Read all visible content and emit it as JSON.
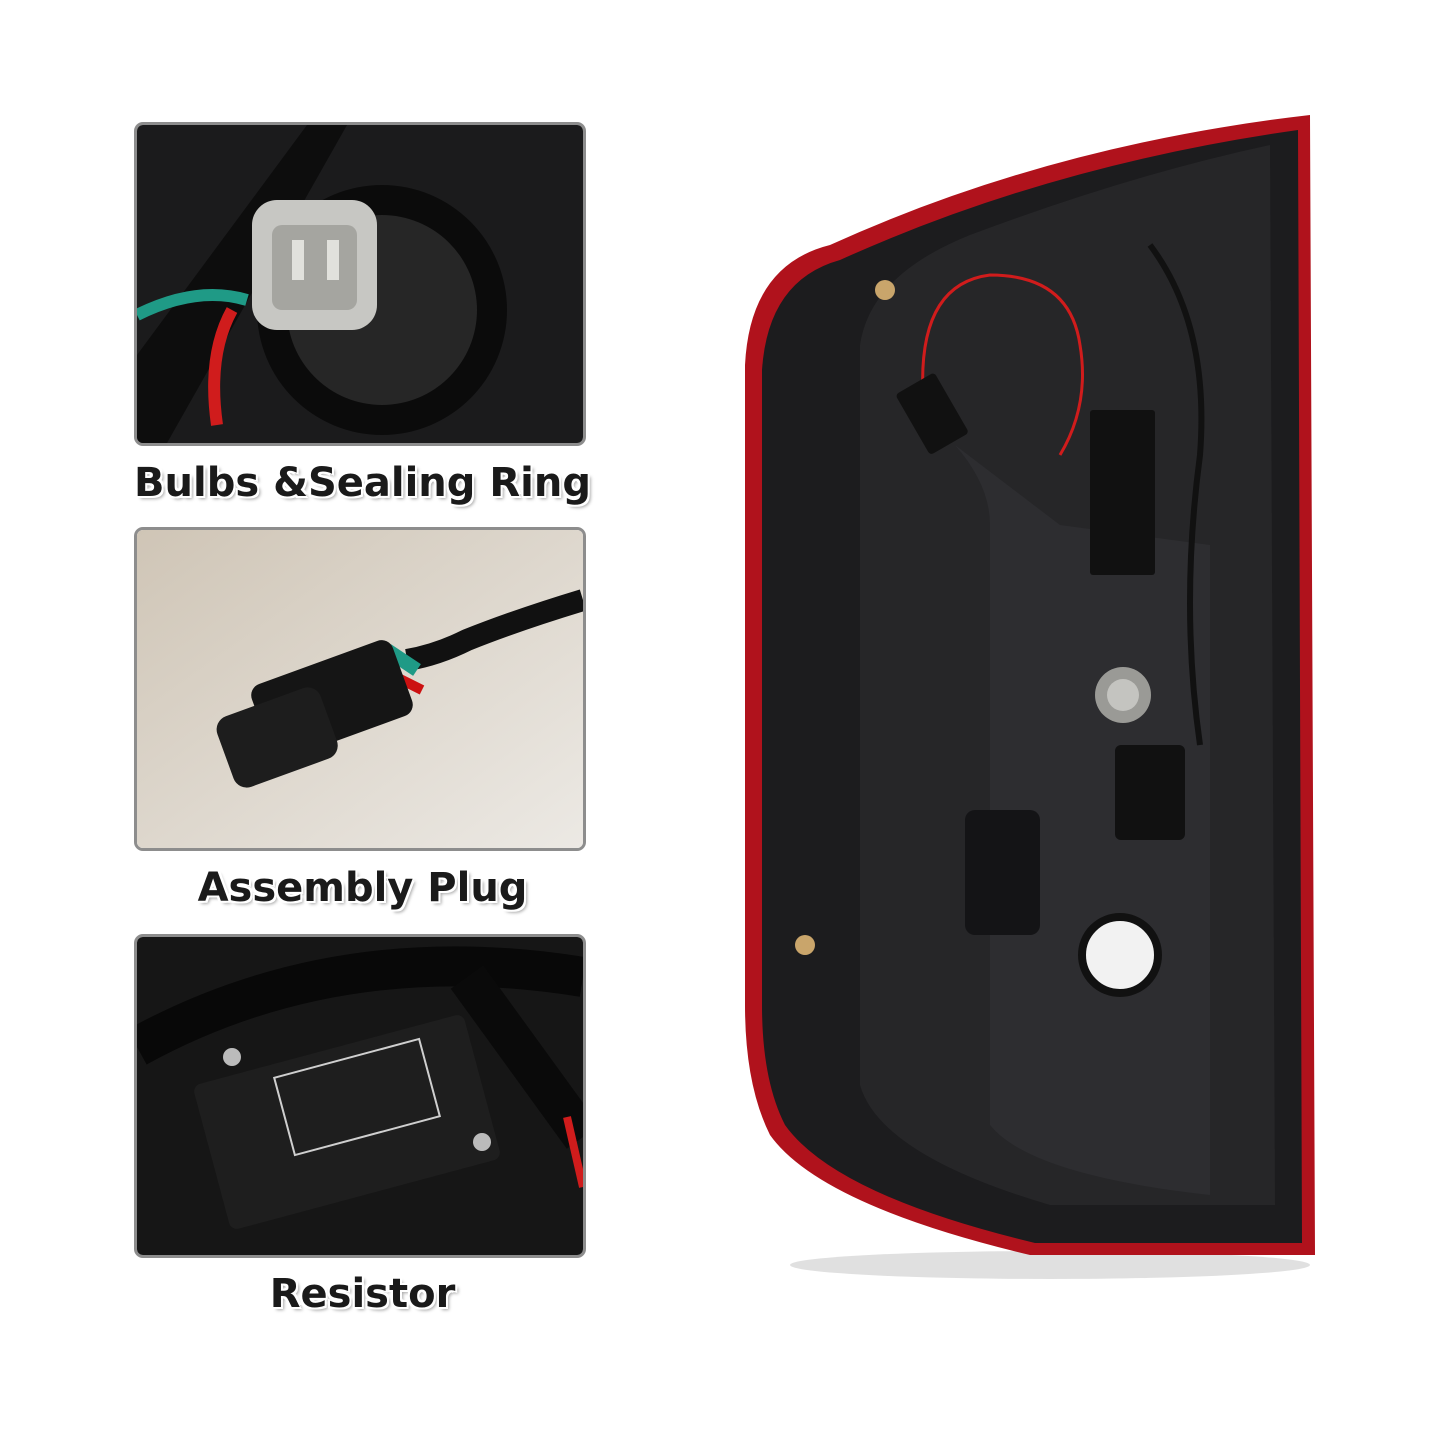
{
  "features": [
    {
      "label": "Bulbs &Sealing Ring",
      "image": "bulb-socket-closeup"
    },
    {
      "label": "Assembly Plug",
      "image": "wire-connector-plug"
    },
    {
      "label": "Resistor",
      "image": "load-resistor-module"
    }
  ],
  "product": {
    "image": "tail-light-rear-housing"
  },
  "colors": {
    "housing_red": "#b0121c",
    "housing_black": "#1c1c1e",
    "panel_border": "#8d8d8d",
    "plug_bg": "#d9d2c6"
  }
}
